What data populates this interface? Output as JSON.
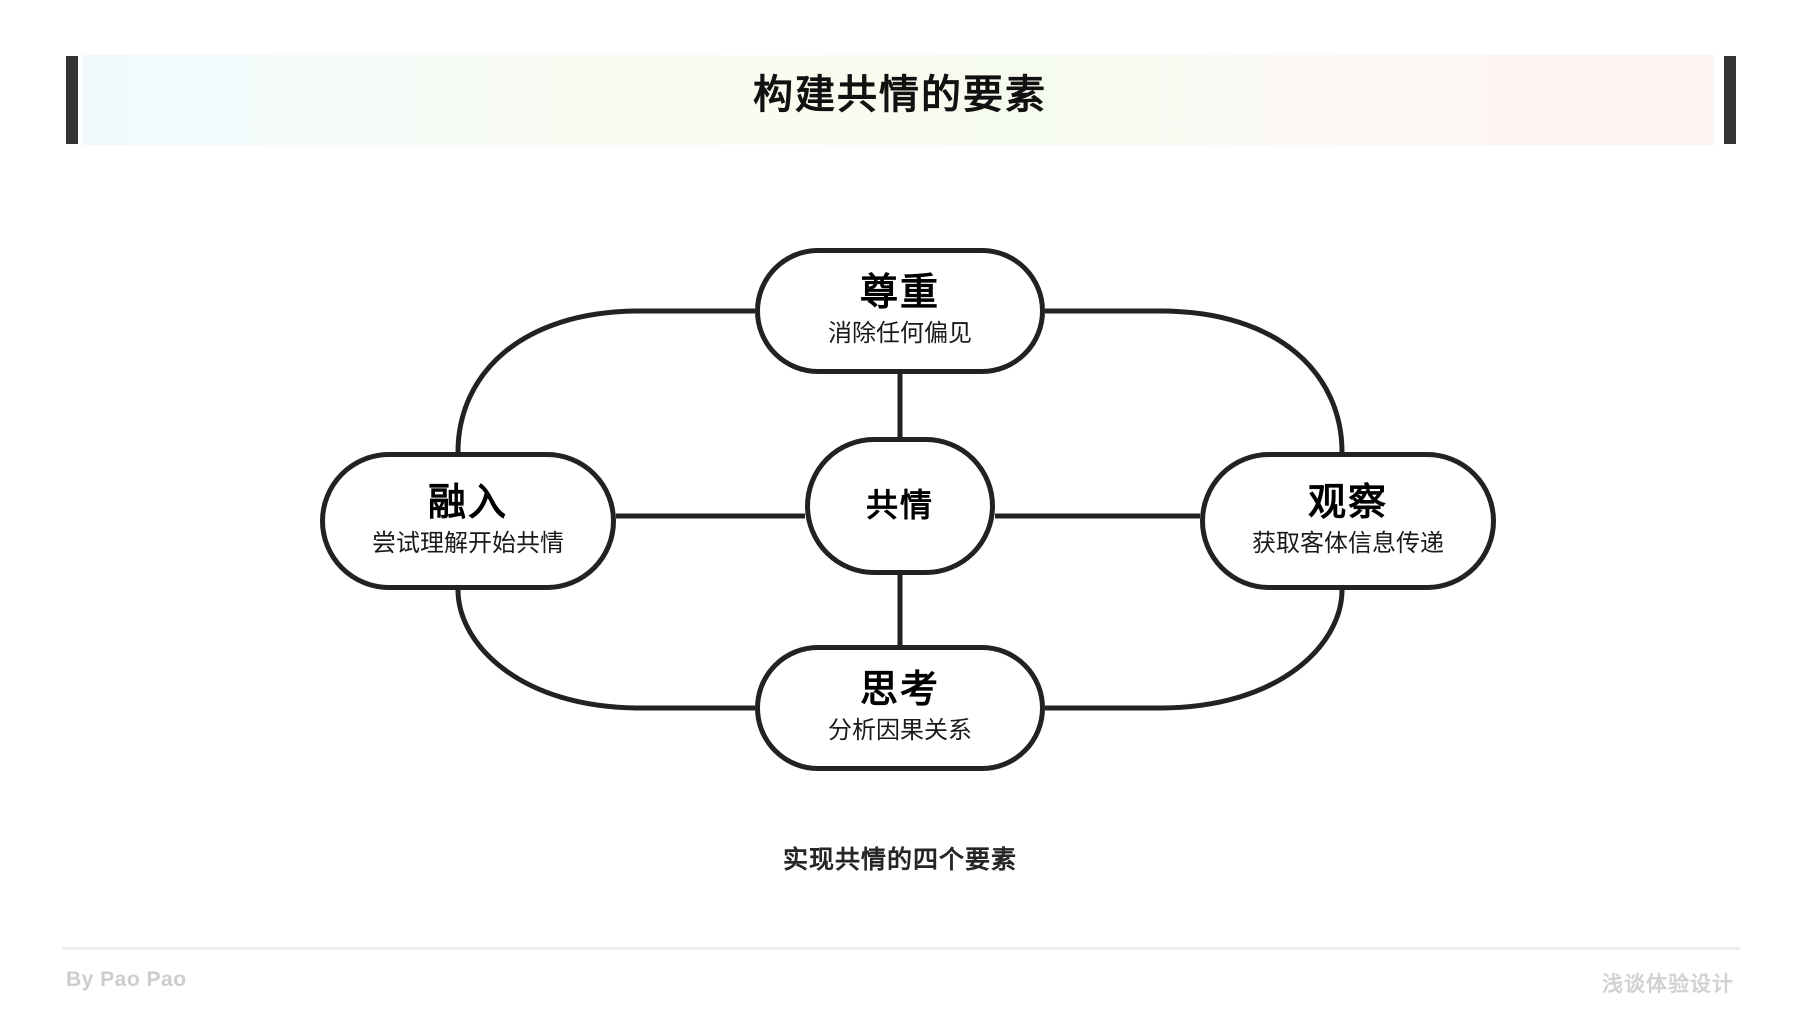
{
  "header": {
    "title": "构建共情的要素",
    "band_gradient_from": "#f1f9fc",
    "band_gradient_mid": "#f9fcee",
    "band_gradient_to": "#fdf4f4",
    "rule_color": "#333333"
  },
  "diagram": {
    "type": "hub-and-spoke",
    "caption": "实现共情的四个要素",
    "stroke_color": "#222222",
    "center": {
      "title": "共情",
      "subtitle": ""
    },
    "nodes": [
      {
        "position": "top",
        "title": "尊重",
        "subtitle": "消除任何偏见"
      },
      {
        "position": "right",
        "title": "观察",
        "subtitle": "获取客体信息传递"
      },
      {
        "position": "bottom",
        "title": "思考",
        "subtitle": "分析因果关系"
      },
      {
        "position": "left",
        "title": "融入",
        "subtitle": "尝试理解开始共情"
      }
    ],
    "connections": [
      {
        "from": "center",
        "to": "top",
        "style": "straight"
      },
      {
        "from": "center",
        "to": "bottom",
        "style": "straight"
      },
      {
        "from": "center",
        "to": "left",
        "style": "straight"
      },
      {
        "from": "center",
        "to": "right",
        "style": "straight"
      },
      {
        "from": "top",
        "to": "left",
        "style": "curved"
      },
      {
        "from": "top",
        "to": "right",
        "style": "curved"
      },
      {
        "from": "bottom",
        "to": "left",
        "style": "curved"
      },
      {
        "from": "bottom",
        "to": "right",
        "style": "curved"
      }
    ]
  },
  "footer": {
    "left_text": "By Pao Pao",
    "right_text": "浅谈体验设计",
    "text_color": "#cdcdcd",
    "divider_color": "#ededed"
  }
}
